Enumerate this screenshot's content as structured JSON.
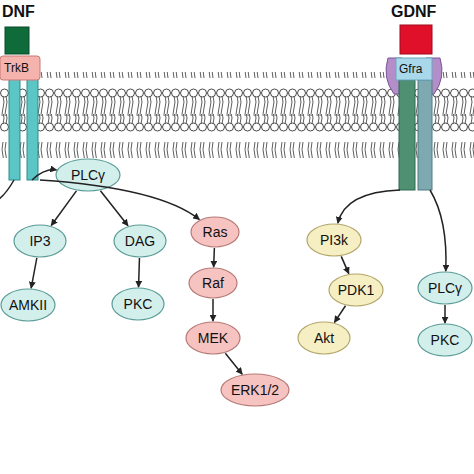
{
  "diagram": {
    "nodes": [
      {
        "text": [
          "DNF",
          "TrkB"
        ]
      },
      {
        "text": [
          "GDNF",
          "Gfra"
        ]
      },
      {
        "text": [
          "PLCγ"
        ]
      },
      {
        "text": [
          "Ras"
        ]
      },
      {
        "text": [
          "IP3"
        ]
      },
      {
        "text": [
          "DAG"
        ]
      },
      {
        "text": [
          "AMKII"
        ]
      },
      {
        "text": [
          "PKC"
        ]
      },
      {
        "text": [
          "Raf"
        ]
      },
      {
        "text": [
          "MEK"
        ]
      },
      {
        "text": [
          "ERK1/2"
        ]
      },
      {
        "text": [
          "PI3k"
        ]
      },
      {
        "text": [
          "PDK1"
        ]
      },
      {
        "text": [
          "Akt"
        ]
      },
      {
        "text": [
          "PLCγ"
        ]
      },
      {
        "text": [
          "PKC"
        ]
      }
    ],
    "edges": [
      {
        "from": 0,
        "to": 2,
        "arrow": "to"
      },
      {
        "from": 0,
        "to": 3,
        "arrow": "to"
      },
      {
        "from": 2,
        "to": 4,
        "arrow": "to"
      },
      {
        "from": 2,
        "to": 5,
        "arrow": "to"
      },
      {
        "from": 4,
        "to": 6,
        "arrow": "to"
      },
      {
        "from": 5,
        "to": 7,
        "arrow": "to"
      },
      {
        "from": 3,
        "to": 8,
        "arrow": "to"
      },
      {
        "from": 8,
        "to": 9,
        "arrow": "to"
      },
      {
        "from": 9,
        "to": 10,
        "arrow": "to"
      },
      {
        "from": 1,
        "to": 11,
        "arrow": "to"
      },
      {
        "from": 11,
        "to": 12,
        "arrow": "to"
      },
      {
        "from": 12,
        "to": 13,
        "arrow": "to"
      },
      {
        "from": 1,
        "to": 14,
        "arrow": "to"
      },
      {
        "from": 14,
        "to": 15,
        "arrow": "to"
      }
    ]
  }
}
